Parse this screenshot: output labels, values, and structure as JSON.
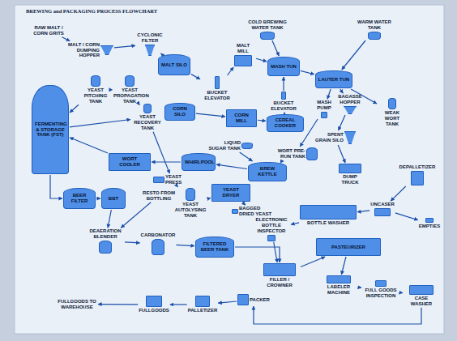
{
  "diagram": {
    "title": "BREWING and PACKAGING PROCESS FLOWCHART",
    "nodes": [
      {
        "text": [
          "RAW MALT / CORN GRITS"
        ]
      },
      {
        "text": [
          "MALT / CORN DUMPING HOPPER"
        ]
      },
      {
        "text": [
          "CYCLONIC FILTER"
        ]
      },
      {
        "text": [
          "MALT SILO"
        ]
      },
      {
        "text": [
          "MALT MILL"
        ]
      },
      {
        "text": [
          "COLD BREWING WATER TANK"
        ]
      },
      {
        "text": [
          "MASH TUN"
        ]
      },
      {
        "text": [
          "WARM WATER TANK"
        ]
      },
      {
        "text": [
          "LAUTER TUN"
        ]
      },
      {
        "text": [
          "YEAST PITCHING TANK"
        ]
      },
      {
        "text": [
          "YEAST PROPAGATION TANK"
        ]
      },
      {
        "text": [
          "BUCKET ELEVATOR"
        ]
      },
      {
        "text": [
          "BUCKET ELEVATOR"
        ]
      },
      {
        "text": [
          "BAGASSE HOPPER"
        ]
      },
      {
        "text": [
          "WEAK WORT TANK"
        ]
      },
      {
        "text": [
          "FERMENTING & STORAGE TANK (FST)"
        ]
      },
      {
        "text": [
          "YEAST RECOVERY TANK"
        ]
      },
      {
        "text": [
          "CORN SILO"
        ]
      },
      {
        "text": [
          "CORN MILL"
        ]
      },
      {
        "text": [
          "CEREAL COOKER"
        ]
      },
      {
        "text": [
          "MASH PUMP"
        ]
      },
      {
        "text": [
          "SPENT GRAIN SILO"
        ]
      },
      {
        "text": [
          "WORT PRE-RUN TANK"
        ]
      },
      {
        "text": [
          "LIQUID SUGAR TANK"
        ]
      },
      {
        "text": [
          "DUMP TRUCK"
        ]
      },
      {
        "text": [
          "WORT COOLER"
        ]
      },
      {
        "text": [
          "WHIRLPOOL"
        ]
      },
      {
        "text": [
          "BREW KETTLE"
        ]
      },
      {
        "text": [
          "DEPALLETIZER"
        ]
      },
      {
        "text": [
          "BEER FILTER"
        ]
      },
      {
        "text": [
          "BBT"
        ]
      },
      {
        "text": [
          "YEAST PRESS"
        ]
      },
      {
        "text": [
          "RESTO FROM BOTTLING"
        ]
      },
      {
        "text": [
          "YEAST AUTOLYSING TANK"
        ]
      },
      {
        "text": [
          "YEAST DRYER"
        ]
      },
      {
        "text": [
          "BAGGED DRIED YEAST"
        ]
      },
      {
        "text": [
          "UNCASER"
        ]
      },
      {
        "text": [
          "EMPTIES"
        ]
      },
      {
        "text": [
          "BOTTLE WASHER"
        ]
      },
      {
        "text": [
          "ELECTRONIC BOTTLE INSPECTOR"
        ]
      },
      {
        "text": [
          "DEAERATION BLENDER"
        ]
      },
      {
        "text": [
          "CARBONATOR"
        ]
      },
      {
        "text": [
          "FILTERED BEER TANK"
        ]
      },
      {
        "text": [
          "PASTEURIZER"
        ]
      },
      {
        "text": [
          "FILLER / CROWNER"
        ]
      },
      {
        "text": [
          "LABELER MACHINE"
        ]
      },
      {
        "text": [
          "FULL GOODS INSPECTION"
        ]
      },
      {
        "text": [
          "CASE WASHER"
        ]
      },
      {
        "text": [
          "PACKER"
        ]
      },
      {
        "text": [
          "PALLETIZER"
        ]
      },
      {
        "text": [
          "FULLGOODS"
        ]
      },
      {
        "text": [
          "FULLGOODS TO WAREHOUSE"
        ]
      }
    ],
    "edges": [
      {
        "from": 0,
        "to": 1,
        "arrow": "to"
      },
      {
        "from": 1,
        "to": 2,
        "arrow": "to"
      },
      {
        "from": 2,
        "to": 3,
        "arrow": "to"
      },
      {
        "from": 3,
        "to": 11,
        "arrow": "to"
      },
      {
        "from": 11,
        "to": 4,
        "arrow": "to"
      },
      {
        "from": 4,
        "to": 6,
        "arrow": "to"
      },
      {
        "from": 5,
        "to": 6,
        "arrow": "to"
      },
      {
        "from": 6,
        "to": 8,
        "arrow": "to"
      },
      {
        "from": 7,
        "to": 8,
        "arrow": "to"
      },
      {
        "from": 8,
        "to": 13,
        "arrow": "to"
      },
      {
        "from": 13,
        "to": 21,
        "arrow": "to"
      },
      {
        "from": 21,
        "to": 24,
        "arrow": "to"
      },
      {
        "from": 8,
        "to": 14,
        "arrow": "to"
      },
      {
        "from": 17,
        "to": 18,
        "arrow": "to"
      },
      {
        "from": 18,
        "to": 19,
        "arrow": "to"
      },
      {
        "from": 19,
        "to": 12,
        "arrow": "to"
      },
      {
        "from": 12,
        "to": 6,
        "arrow": "to"
      },
      {
        "from": 8,
        "to": 20,
        "arrow": "to"
      },
      {
        "from": 20,
        "to": 22,
        "arrow": "to"
      },
      {
        "from": 22,
        "to": 27,
        "arrow": "to"
      },
      {
        "from": 23,
        "to": 27,
        "arrow": "to"
      },
      {
        "from": 27,
        "to": 26,
        "arrow": "to"
      },
      {
        "from": 26,
        "to": 25,
        "arrow": "to"
      },
      {
        "from": 25,
        "to": 15,
        "arrow": "to"
      },
      {
        "from": 10,
        "to": 9,
        "arrow": "to"
      },
      {
        "from": 9,
        "to": 15,
        "arrow": "to"
      },
      {
        "from": 15,
        "to": 16,
        "arrow": "to"
      },
      {
        "from": 16,
        "to": 10,
        "arrow": "to"
      },
      {
        "from": 15,
        "to": 29,
        "arrow": "to"
      },
      {
        "from": 29,
        "to": 30,
        "arrow": "to"
      },
      {
        "from": 30,
        "to": 40,
        "arrow": "to"
      },
      {
        "from": 40,
        "to": 41,
        "arrow": "to"
      },
      {
        "from": 41,
        "to": 42,
        "arrow": "to"
      },
      {
        "from": 42,
        "to": 44,
        "arrow": "to"
      },
      {
        "from": 16,
        "to": 31,
        "arrow": "to"
      },
      {
        "from": 31,
        "to": 33,
        "arrow": "to"
      },
      {
        "from": 33,
        "to": 34,
        "arrow": "to"
      },
      {
        "from": 34,
        "to": 35,
        "arrow": "to"
      },
      {
        "from": 32,
        "to": 40,
        "arrow": "to"
      },
      {
        "from": 28,
        "to": 36,
        "arrow": "to"
      },
      {
        "from": 36,
        "to": 37,
        "arrow": "to"
      },
      {
        "from": 36,
        "to": 38,
        "arrow": "to"
      },
      {
        "from": 38,
        "to": 39,
        "arrow": "to"
      },
      {
        "from": 39,
        "to": 44,
        "arrow": "to"
      },
      {
        "from": 44,
        "to": 43,
        "arrow": "to"
      },
      {
        "from": 43,
        "to": 45,
        "arrow": "to"
      },
      {
        "from": 45,
        "to": 46,
        "arrow": "to"
      },
      {
        "from": 46,
        "to": 47,
        "arrow": "to"
      },
      {
        "from": 47,
        "to": 48,
        "arrow": "to"
      },
      {
        "from": 48,
        "to": 49,
        "arrow": "to"
      },
      {
        "from": 49,
        "to": 50,
        "arrow": "to"
      },
      {
        "from": 50,
        "to": 51,
        "arrow": "to"
      }
    ]
  }
}
